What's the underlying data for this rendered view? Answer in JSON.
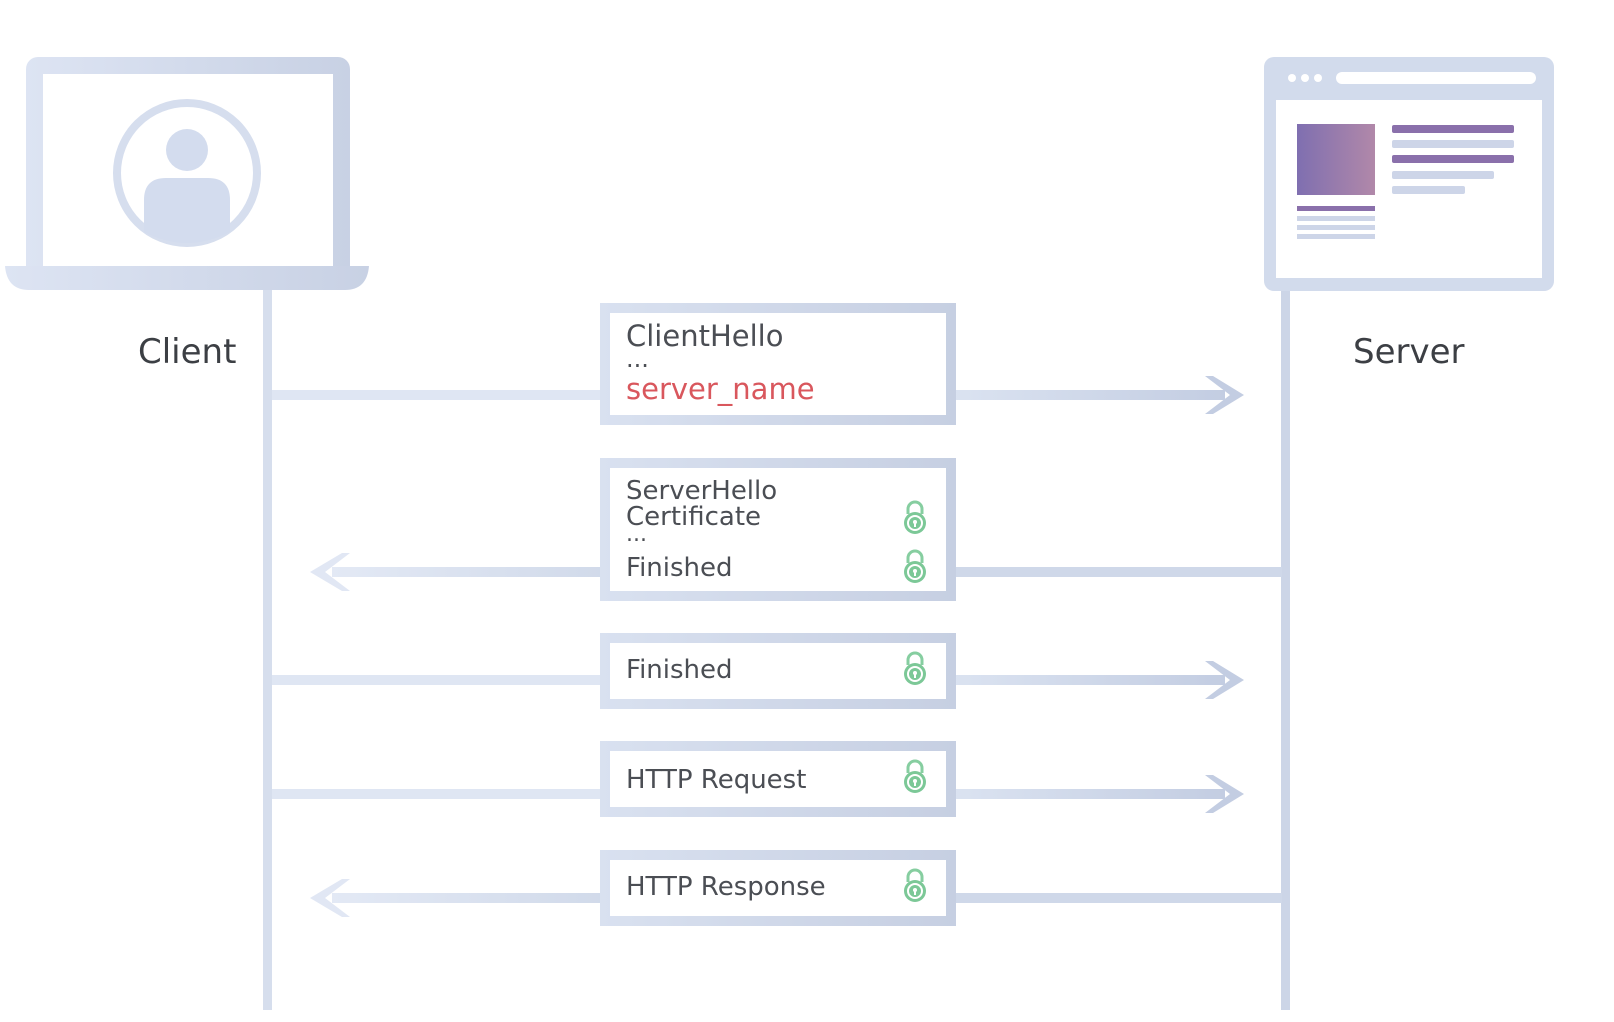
{
  "client": {
    "label": "Client"
  },
  "server": {
    "label": "Server"
  },
  "colors": {
    "lifeline": "#d3dcec",
    "arrow": "#c9d3e6",
    "accent_red": "#d9575d",
    "lock_green": "#7cc897",
    "content_purple": "#8a70ab"
  },
  "messages": [
    {
      "direction": "client-to-server",
      "lines": [
        "ClientHello",
        "...",
        "server_name"
      ],
      "highlight_line": 2,
      "locks": []
    },
    {
      "direction": "server-to-client",
      "lines": [
        "ServerHello",
        "Certificate",
        "...",
        "Finished"
      ],
      "locks": [
        "lock-icon",
        "lock-icon"
      ]
    },
    {
      "direction": "client-to-server",
      "lines": [
        "Finished"
      ],
      "locks": [
        "lock-icon"
      ]
    },
    {
      "direction": "client-to-server",
      "lines": [
        "HTTP Request"
      ],
      "locks": [
        "lock-icon"
      ]
    },
    {
      "direction": "server-to-client",
      "lines": [
        "HTTP Response"
      ],
      "locks": [
        "lock-icon"
      ]
    }
  ]
}
